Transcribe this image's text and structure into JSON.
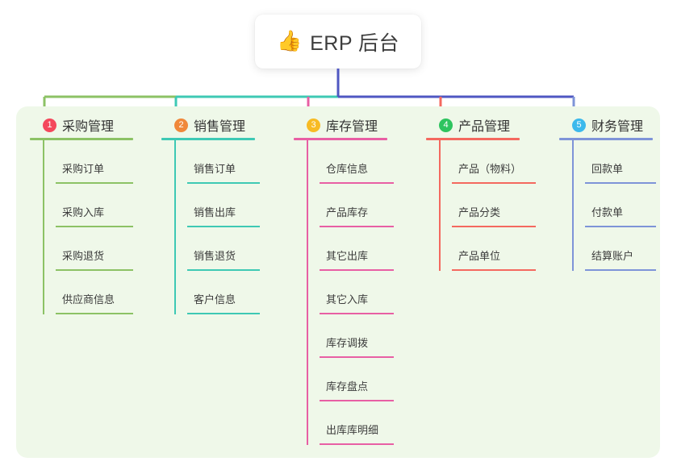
{
  "diagram": {
    "type": "mind-map",
    "root": {
      "icon": "thumbs-up-icon",
      "emoji": "👍",
      "title": "ERP 后台"
    },
    "panel_color": "#eff8e9",
    "root_connector_color": "#4f57c2",
    "branches": [
      {
        "number": "1",
        "title": "采购管理",
        "badge_color": "#f4485c",
        "line_color": "#8cc265",
        "items": [
          {
            "label": "采购订单"
          },
          {
            "label": "采购入库"
          },
          {
            "label": "采购退货"
          },
          {
            "label": "供应商信息"
          }
        ]
      },
      {
        "number": "2",
        "title": "销售管理",
        "badge_color": "#f0883a",
        "line_color": "#3ec9b4",
        "items": [
          {
            "label": "销售订单"
          },
          {
            "label": "销售出库"
          },
          {
            "label": "销售退货"
          },
          {
            "label": "客户信息"
          }
        ]
      },
      {
        "number": "3",
        "title": "库存管理",
        "badge_color": "#f7bb24",
        "line_color": "#e85fa4",
        "items": [
          {
            "label": "仓库信息"
          },
          {
            "label": "产品库存"
          },
          {
            "label": "其它出库"
          },
          {
            "label": "其它入库"
          },
          {
            "label": "库存调拨"
          },
          {
            "label": "库存盘点"
          },
          {
            "label": "出库库明细"
          }
        ]
      },
      {
        "number": "4",
        "title": "产品管理",
        "badge_color": "#2ec45f",
        "line_color": "#f4695f",
        "items": [
          {
            "label": "产品（物料）"
          },
          {
            "label": "产品分类"
          },
          {
            "label": "产品单位"
          }
        ]
      },
      {
        "number": "5",
        "title": "财务管理",
        "badge_color": "#3cb9ec",
        "line_color": "#7e94d8",
        "items": [
          {
            "label": "回款单"
          },
          {
            "label": "付款单"
          },
          {
            "label": "结算账户"
          }
        ]
      }
    ]
  }
}
